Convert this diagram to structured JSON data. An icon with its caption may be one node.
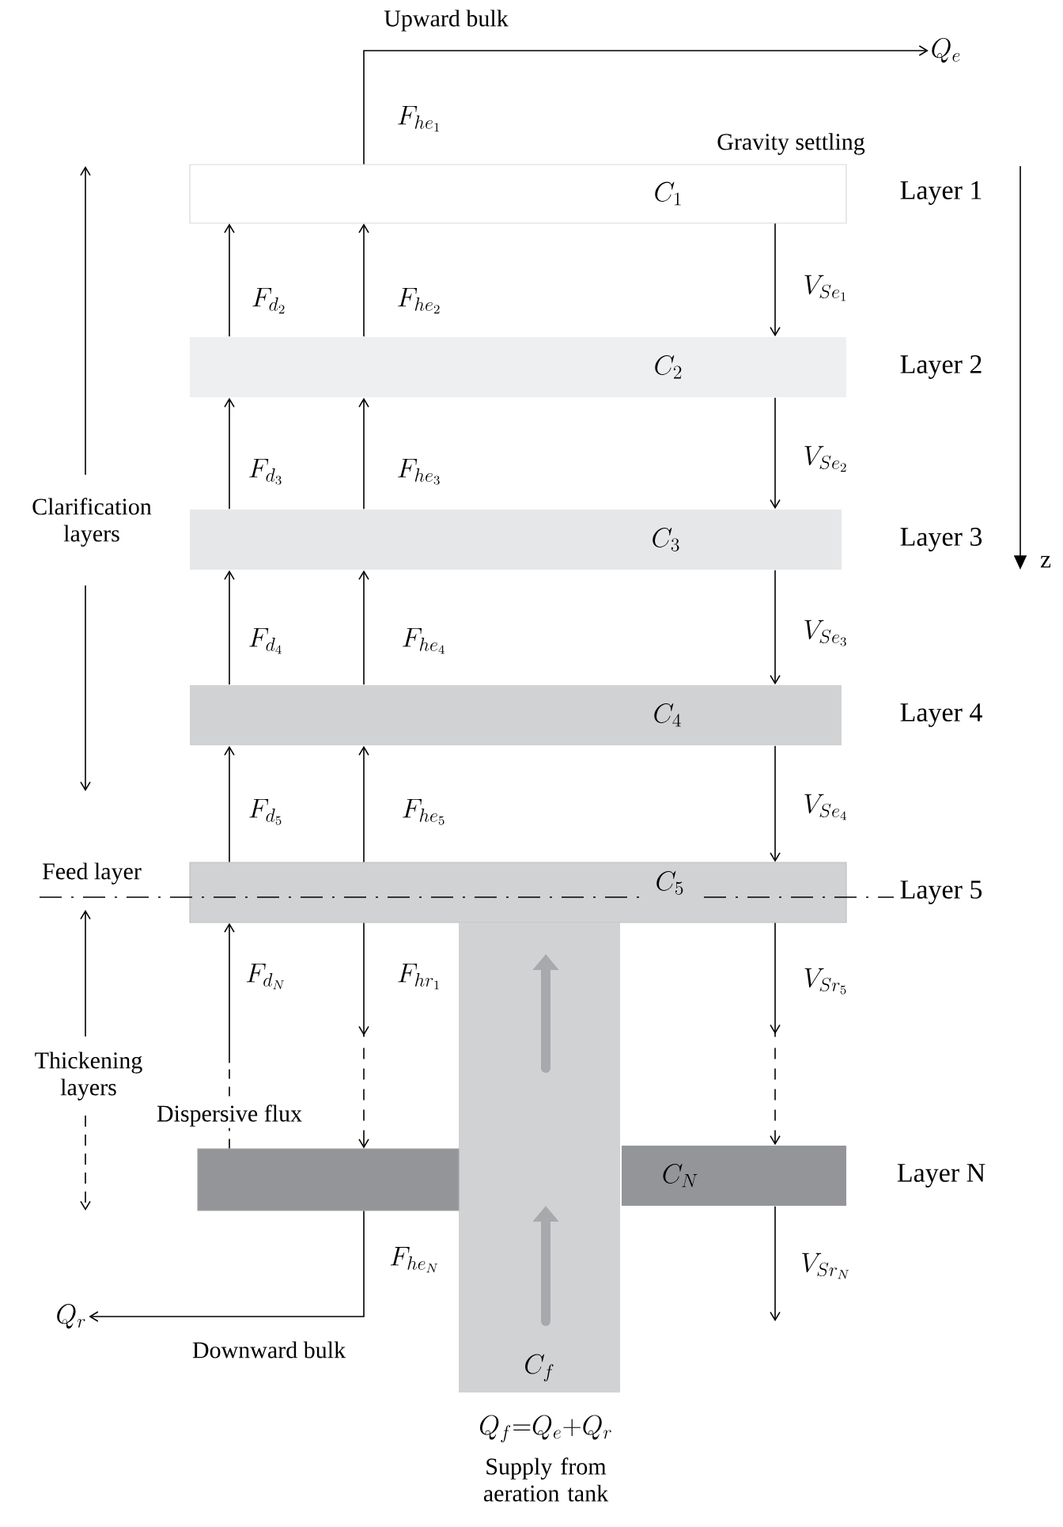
{
  "diagram": {
    "nodes": [
      {
        "text": [
          "C_1"
        ],
        "beside": [
          "Layer 1"
        ]
      },
      {
        "text": [
          "C_2"
        ],
        "beside": [
          "Layer 2"
        ]
      },
      {
        "text": [
          "C_3"
        ],
        "beside": [
          "Layer 3"
        ]
      },
      {
        "text": [
          "C_4"
        ],
        "beside": [
          "Layer 4"
        ]
      },
      {
        "text": [
          "C_5"
        ],
        "beside": [
          "Layer 5"
        ]
      },
      {
        "text": [
          "C_f"
        ],
        "beside": [
          "Q_f{=}Q_e{+}Q_r",
          "Supply from aeration tank"
        ]
      },
      {
        "text": [],
        "shape": "bar"
      },
      {
        "text": [
          "C_N"
        ],
        "beside": [
          "Layer N"
        ]
      },
      {
        "text": [
          "Q_e"
        ]
      },
      {
        "text": [
          "Q_r"
        ]
      }
    ],
    "edges": [
      {
        "from": 0,
        "to": 8,
        "arrow": "to",
        "label": "F_{he_1}"
      },
      {
        "from": 1,
        "to": 0,
        "arrow": "to",
        "label": "F_{d_2}"
      },
      {
        "from": 1,
        "to": 0,
        "arrow": "to",
        "label": "F_{he_2}"
      },
      {
        "from": 0,
        "to": 1,
        "arrow": "to",
        "label": "V_{Se_1}"
      },
      {
        "from": 2,
        "to": 1,
        "arrow": "to",
        "label": "F_{d_3}"
      },
      {
        "from": 2,
        "to": 1,
        "arrow": "to",
        "label": "F_{he_3}"
      },
      {
        "from": 1,
        "to": 2,
        "arrow": "to",
        "label": "V_{Se_2}"
      },
      {
        "from": 3,
        "to": 2,
        "arrow": "to",
        "label": "F_{d_4}"
      },
      {
        "from": 3,
        "to": 2,
        "arrow": "to",
        "label": "F_{he_4}"
      },
      {
        "from": 2,
        "to": 3,
        "arrow": "to",
        "label": "V_{Se_3}"
      },
      {
        "from": 4,
        "to": 3,
        "arrow": "to",
        "label": "F_{d_5}"
      },
      {
        "from": 4,
        "to": 3,
        "arrow": "to",
        "label": "F_{he_5}"
      },
      {
        "from": 3,
        "to": 4,
        "arrow": "to",
        "label": "V_{Se_4}"
      },
      {
        "from": 6,
        "to": 4,
        "arrow": "to",
        "label": "F_{d_N}",
        "style": "dashed"
      },
      {
        "from": 4,
        "to": 6,
        "arrow": "to",
        "label": "F_{hr_1}",
        "style": "dashed"
      },
      {
        "from": 4,
        "to": 7,
        "arrow": "to",
        "label": "V_{Sr_5}",
        "style": "dashed"
      },
      {
        "from": 6,
        "to": 9,
        "arrow": "to",
        "label": "F_{he_N}"
      },
      {
        "from": 7,
        "to": null,
        "arrow": "to",
        "label": "V_{Sr_N}"
      }
    ],
    "labels": [
      "Upward bulk",
      "Gravity settling",
      "Clarification layers",
      "z",
      "Feed layer",
      "Thickening layers",
      "Dispersive flux",
      "Downward bulk"
    ]
  }
}
